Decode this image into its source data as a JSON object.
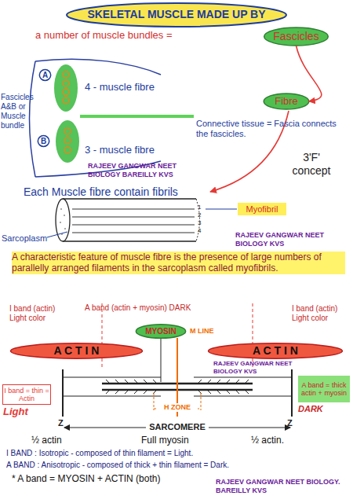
{
  "diagram": {
    "title": "SKELETAL MUSCLE MADE UP BY",
    "nodes": [
      {
        "text": [
          "Fascicles"
        ]
      },
      {
        "text": [
          "A"
        ]
      },
      {
        "text": [
          "B"
        ]
      },
      {
        "text": [
          "Fibre"
        ]
      },
      {
        "text": [
          "Myofibril"
        ]
      },
      {
        "text": [
          "MYOSIN"
        ]
      },
      {
        "text": [
          "A C T I N"
        ]
      },
      {
        "text": [
          "A C T I N"
        ]
      },
      {
        "text": [
          "I band = thin = Actin",
          "Light"
        ]
      },
      {
        "text": [
          "A band = thick actin + myosin",
          "DARK"
        ]
      }
    ],
    "edges": [
      {
        "from": 0,
        "to": 3,
        "arrow": "to"
      }
    ],
    "labels": [
      "a number of muscle bundles =",
      "4 - muscle fibre",
      "Connective tissue = Fascia connects the fascicles.",
      "3 - muscle fibre",
      "Fascicles A&B or Muscle bundle",
      "RAJEEV GANGWAR NEET BIOLOGY BAREILLY KVS",
      "3'F' concept",
      "Each Muscle fibre contain fibrils",
      "1",
      "2",
      "3",
      "4",
      "Sarcoplasm",
      "RAJEEV GANGWAR NEET BIOLOGY KVS",
      "A characteristic feature of muscle fibre is the presence of large numbers of parallelly arranged filaments in the sarcoplasm called myofibrils.",
      "I band (actin) Light color",
      "A band (actin + myosin) DARK",
      "I band (actin) Light color",
      "M LINE",
      "RAJEEV GANGWAR NEET BIOLOGY KVS",
      "H ZONE",
      "Z",
      "Z",
      "SARCOMERE",
      "½ actin",
      "Full myosin",
      "½ actin.",
      "I BAND : Isotropic - composed of thin filament = Light.",
      "A BAND : Anisotropic - composed of thick + thin filament = Dark.",
      "* A band = MYOSIN + ACTIN (both)",
      "RAJEEV GANGWAR NEET BIOLOGY. BAREILLY KVS"
    ]
  }
}
